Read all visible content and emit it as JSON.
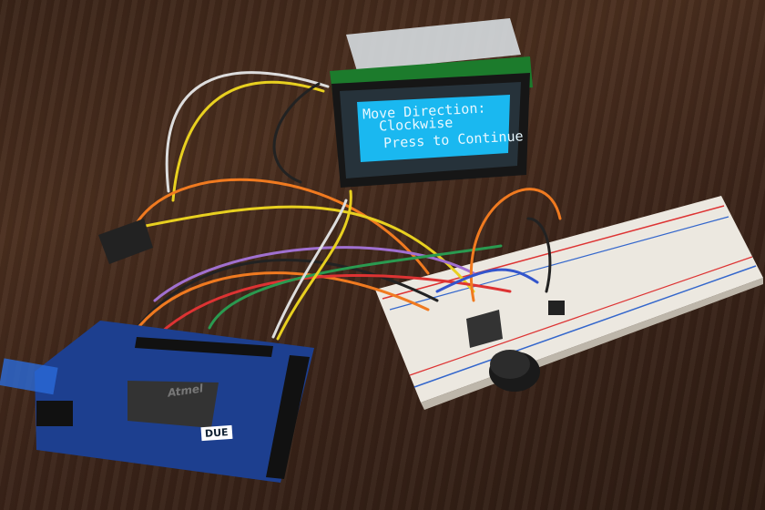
{
  "lcd": {
    "line1": "Move Direction:",
    "line2": "  Clockwise",
    "line3": "",
    "line4": "   Press to Continue",
    "backlight_color": "#1ab8f0"
  },
  "board": {
    "label": "DUE",
    "chip_label": "Atmel",
    "color": "#1d3f8f"
  }
}
